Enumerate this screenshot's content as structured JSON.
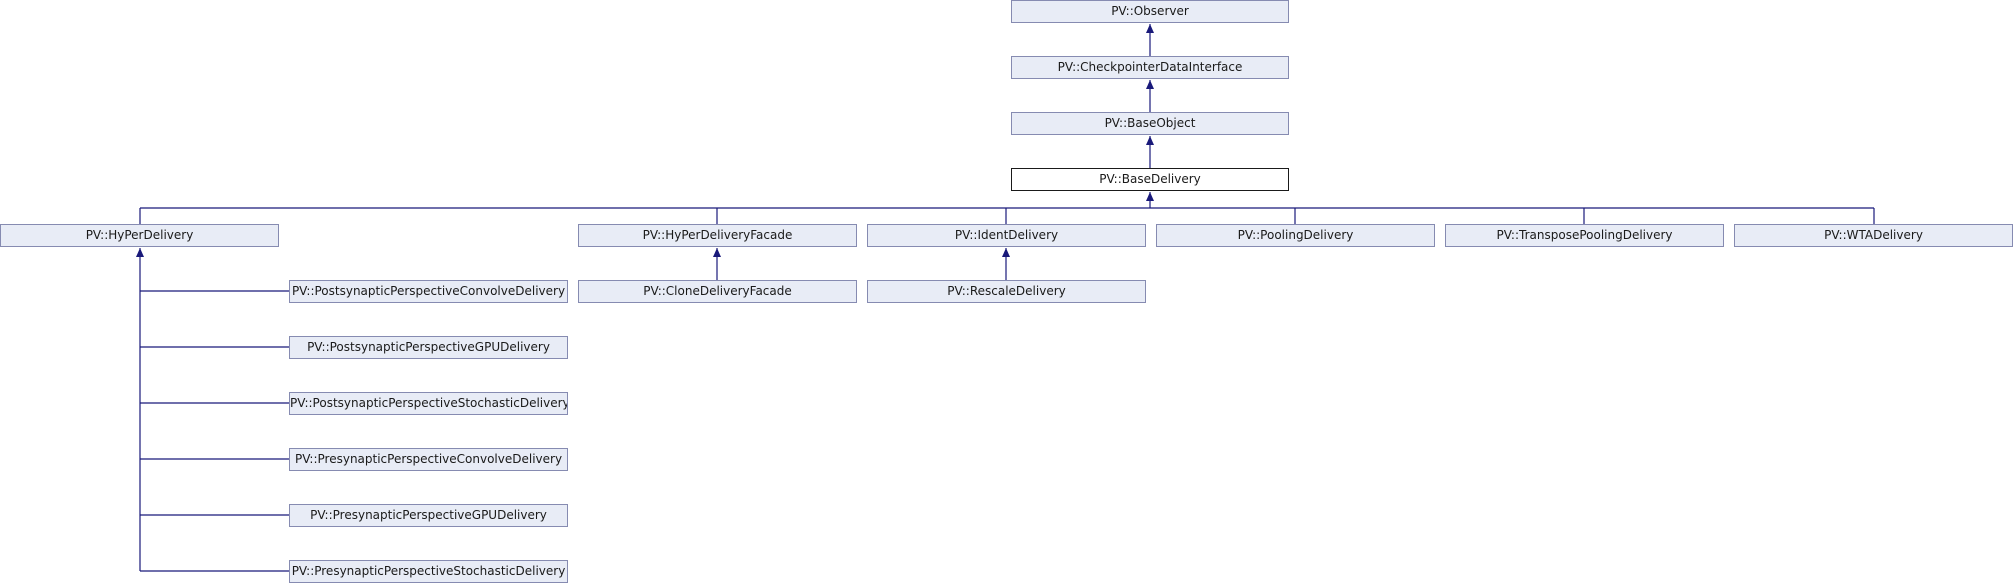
{
  "diagram": {
    "nodes": [
      {
        "id": "observer",
        "label": "PV::Observer"
      },
      {
        "id": "checkpointer",
        "label": "PV::CheckpointerDataInterface"
      },
      {
        "id": "baseobject",
        "label": "PV::BaseObject"
      },
      {
        "id": "basedelivery",
        "label": "PV::BaseDelivery",
        "current": true
      },
      {
        "id": "hyper",
        "label": "PV::HyPerDelivery"
      },
      {
        "id": "hyperfacade",
        "label": "PV::HyPerDeliveryFacade"
      },
      {
        "id": "ident",
        "label": "PV::IdentDelivery"
      },
      {
        "id": "pooling",
        "label": "PV::PoolingDelivery"
      },
      {
        "id": "transpose",
        "label": "PV::TransposePoolingDelivery"
      },
      {
        "id": "wta",
        "label": "PV::WTADelivery"
      },
      {
        "id": "clonefacade",
        "label": "PV::CloneDeliveryFacade"
      },
      {
        "id": "rescale",
        "label": "PV::RescaleDelivery"
      },
      {
        "id": "postconv",
        "label": "PV::PostsynapticPerspectiveConvolveDelivery"
      },
      {
        "id": "postgpu",
        "label": "PV::PostsynapticPerspectiveGPUDelivery"
      },
      {
        "id": "poststoch",
        "label": "PV::PostsynapticPerspectiveStochasticDelivery"
      },
      {
        "id": "preconv",
        "label": "PV::PresynapticPerspectiveConvolveDelivery"
      },
      {
        "id": "pregpu",
        "label": "PV::PresynapticPerspectiveGPUDelivery"
      },
      {
        "id": "prestoch",
        "label": "PV::PresynapticPerspectiveStochasticDelivery"
      }
    ],
    "edges": [
      {
        "from": "checkpointer",
        "to": "observer"
      },
      {
        "from": "baseobject",
        "to": "checkpointer"
      },
      {
        "from": "basedelivery",
        "to": "baseobject"
      },
      {
        "from": "hyper",
        "to": "basedelivery"
      },
      {
        "from": "hyperfacade",
        "to": "basedelivery"
      },
      {
        "from": "ident",
        "to": "basedelivery"
      },
      {
        "from": "pooling",
        "to": "basedelivery"
      },
      {
        "from": "transpose",
        "to": "basedelivery"
      },
      {
        "from": "wta",
        "to": "basedelivery"
      },
      {
        "from": "clonefacade",
        "to": "hyperfacade"
      },
      {
        "from": "rescale",
        "to": "ident"
      },
      {
        "from": "postconv",
        "to": "hyper"
      },
      {
        "from": "postgpu",
        "to": "hyper"
      },
      {
        "from": "poststoch",
        "to": "hyper"
      },
      {
        "from": "preconv",
        "to": "hyper"
      },
      {
        "from": "pregpu",
        "to": "hyper"
      },
      {
        "from": "prestoch",
        "to": "hyper"
      }
    ]
  }
}
